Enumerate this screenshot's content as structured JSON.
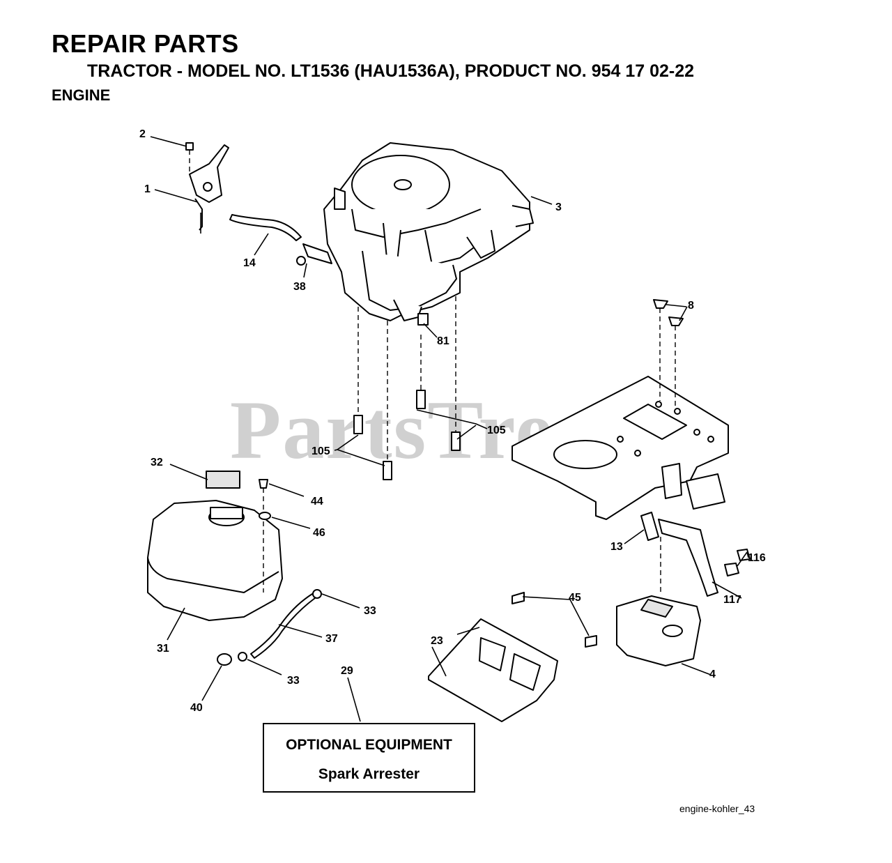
{
  "header": {
    "title": "REPAIR PARTS",
    "subtitle": "TRACTOR - MODEL NO. LT1536 (HAU1536A), PRODUCT NO. 954 17 02-22",
    "section": "ENGINE"
  },
  "watermark": "PartsTree",
  "callouts": {
    "p1": "1",
    "p2": "2",
    "p3": "3",
    "p4": "4",
    "p8": "8",
    "p13": "13",
    "p14": "14",
    "p23": "23",
    "p29": "29",
    "p31": "31",
    "p32": "32",
    "p33a": "33",
    "p33b": "33",
    "p37": "37",
    "p38": "38",
    "p40": "40",
    "p44": "44",
    "p45": "45",
    "p46": "46",
    "p81": "81",
    "p105a": "105",
    "p105b": "105",
    "p116": "116",
    "p117": "117"
  },
  "optional_box": {
    "title": "OPTIONAL EQUIPMENT",
    "item": "Spark Arrester"
  },
  "footer_code": "engine-kohler_43"
}
